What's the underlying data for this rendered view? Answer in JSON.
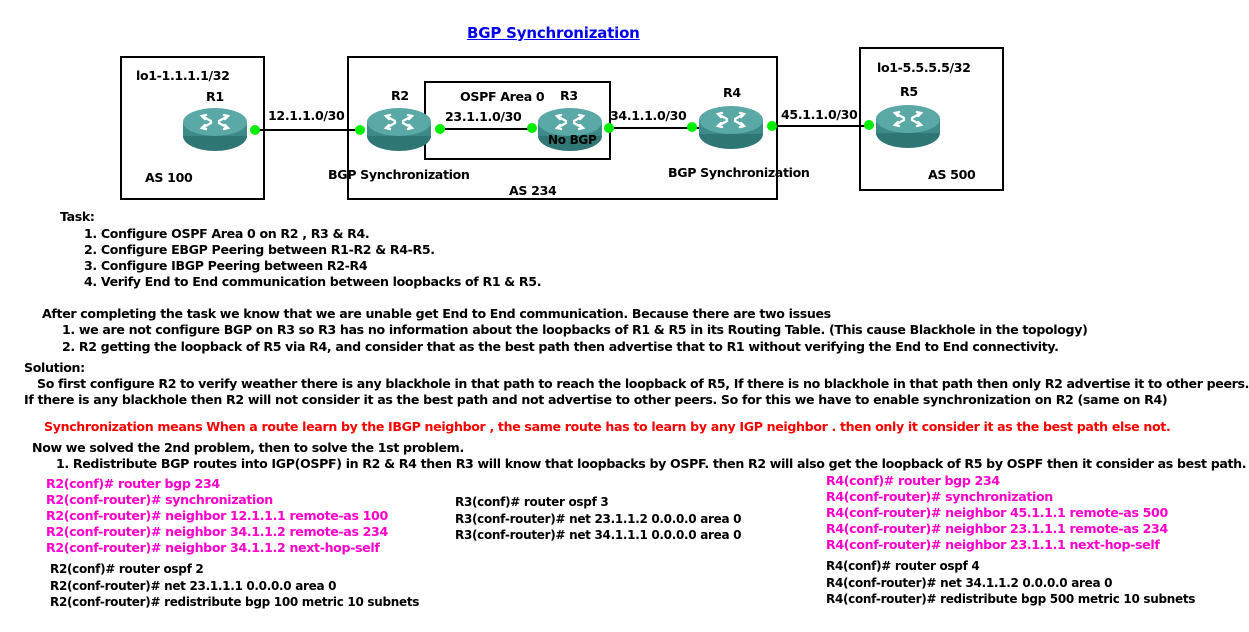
{
  "title": "BGP Synchronization",
  "diagram": {
    "routers": [
      {
        "name": "R1",
        "label": ""
      },
      {
        "name": "R2",
        "label": ""
      },
      {
        "name": "R3",
        "label": "No BGP"
      },
      {
        "name": "R4",
        "label": ""
      },
      {
        "name": "R5",
        "label": ""
      }
    ],
    "links": [
      "12.1.1.0/30",
      "23.1.1.0/30",
      "34.1.1.0/30",
      "45.1.1.0/30"
    ],
    "as_boxes": {
      "as100": {
        "label": "AS 100",
        "loopback": "lo1-1.1.1.1/32"
      },
      "as234": {
        "label": "AS 234"
      },
      "as500": {
        "label": "AS 500",
        "loopback": "lo1-5.5.5.5/32"
      }
    },
    "ospf_area": "OSPF Area 0",
    "r2_note": "BGP Synchronization",
    "r4_note": "BGP Synchronization"
  },
  "task": {
    "heading": "Task:",
    "items": [
      "1. Configure OSPF Area 0 on R2 , R3 & R4.",
      "2. Configure EBGP Peering between R1-R2 & R4-R5.",
      "3. Configure IBGP Peering between R2-R4",
      "4. Verify End to End communication between loopbacks of R1 & R5."
    ]
  },
  "issues": {
    "intro": "After completing the task we know that we are unable get End to End communication. Because there are two issues",
    "items": [
      "1. we are not configure BGP on R3 so R3 has no information about the loopbacks of R1 & R5 in its Routing Table. (This cause Blackhole in the topology)",
      "2. R2 getting the loopback of R5 via R4, and consider that as the best path then advertise that to R1 without verifying the End to End connectivity."
    ]
  },
  "solution": {
    "heading": "Solution:",
    "line1": "So first configure R2 to verify weather there is any blackhole in that path to  reach the loopback of R5, If there is no blackhole in that path then only R2 advertise it to other peers.",
    "line2": "If there is any blackhole then R2 will not consider it as the best path and not advertise to other peers.  So for this we have to enable synchronization on R2 (same on R4)"
  },
  "definition": "Synchronization means When a route learn by the IBGP neighbor , the same route has to learn by any IGP neighbor . then only it consider it as the best path else not.",
  "second": {
    "intro": "Now we solved the 2nd problem, then to solve the 1st problem.",
    "item": "1. Redistribute BGP routes into IGP(OSPF) in R2 & R4 then R3 will know that loopbacks by OSPF. then R2 will also get the loopback of R5 by OSPF then it consider as best path."
  },
  "config": {
    "r2_bgp": [
      "R2(conf)# router bgp 234",
      "R2(conf-router)# synchronization",
      "R2(conf-router)# neighbor 12.1.1.1 remote-as 100",
      "R2(conf-router)# neighbor 34.1.1.2 remote-as 234",
      "R2(conf-router)# neighbor 34.1.1.2 next-hop-self"
    ],
    "r2_ospf": [
      "R2(conf)# router ospf 2",
      "R2(conf-router)# net 23.1.1.1 0.0.0.0 area 0",
      "R2(conf-router)# redistribute bgp 100 metric 10 subnets"
    ],
    "r3_ospf": [
      "R3(conf)# router ospf 3",
      "R3(conf-router)# net 23.1.1.2 0.0.0.0 area 0",
      "R3(conf-router)# net 34.1.1.1 0.0.0.0 area 0"
    ],
    "r4_bgp": [
      "R4(conf)# router bgp 234",
      "R4(conf-router)# synchronization",
      "R4(conf-router)# neighbor 45.1.1.1 remote-as 500",
      "R4(conf-router)# neighbor 23.1.1.1 remote-as 234",
      "R4(conf-router)# neighbor 23.1.1.1 next-hop-self"
    ],
    "r4_ospf": [
      "R4(conf)# router ospf 4",
      "R4(conf-router)# net 34.1.1.2 0.0.0.0 area 0",
      "R4(conf-router)# redistribute bgp 500 metric 10 subnets"
    ]
  },
  "colors": {
    "title": "#0000ee",
    "bgp_config": "#ff00cc",
    "definition": "#ff0000",
    "port": "#00ee00",
    "router": "#3d8a88"
  }
}
